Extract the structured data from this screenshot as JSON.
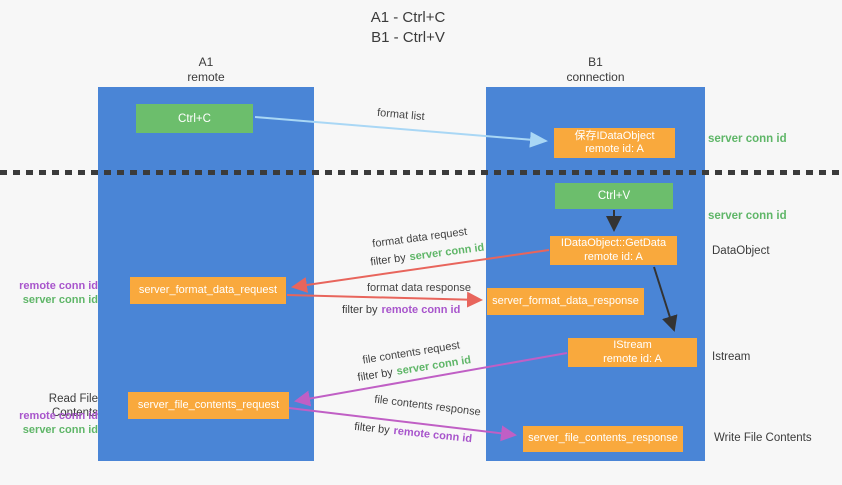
{
  "title": {
    "line1": "A1 - Ctrl+C",
    "line2": "B1 - Ctrl+V"
  },
  "columns": {
    "a": {
      "id": "A1",
      "subtitle": "remote"
    },
    "b": {
      "id": "B1",
      "subtitle": "connection"
    }
  },
  "nodes": {
    "ctrl_c": {
      "label": "Ctrl+C"
    },
    "ctrl_v": {
      "label": "Ctrl+V"
    },
    "save_idataobject": {
      "line1": "保存IDataObject",
      "line2": "remote id: A"
    },
    "getdata": {
      "line1": "IDataObject::GetData",
      "line2": "remote id: A"
    },
    "istream": {
      "line1": "IStream",
      "line2": "remote id: A"
    },
    "server_format_data_request": {
      "label": "server_format_data_request"
    },
    "server_format_data_response": {
      "label": "server_format_data_response"
    },
    "server_file_contents_request": {
      "label": "server_file_contents_request"
    },
    "server_file_contents_response": {
      "label": "server_file_contents_response"
    }
  },
  "arrows": {
    "format_list": {
      "label": "format list"
    },
    "format_data_request": {
      "label": "format data request",
      "filter_prefix": "filter by",
      "filter_value": "server conn id"
    },
    "format_data_response": {
      "label": "format data response",
      "filter_prefix": "filter by",
      "filter_value": "remote conn id"
    },
    "file_contents_request": {
      "label": "file contents request",
      "filter_prefix": "filter by",
      "filter_value": "server conn id"
    },
    "file_contents_response": {
      "label": "file contents response",
      "filter_prefix": "filter by",
      "filter_value": "remote conn id"
    }
  },
  "side_labels": {
    "server_conn_id_top": "server conn id",
    "server_conn_id_mid": "server conn id",
    "dataobject": "DataObject",
    "istream": "Istream",
    "write_file_contents": "Write File Contents",
    "read_file_contents": "Read File Contents",
    "left_mid_remote": "remote conn id",
    "left_mid_server": "server conn id",
    "left_bottom_remote": "remote conn id",
    "left_bottom_server": "server conn id"
  },
  "colors": {
    "column_blue": "#4A85D6",
    "box_green": "#6CBE6C",
    "box_orange": "#F9A93D",
    "arrow_light_blue": "#A9D7F5",
    "arrow_red": "#E8655C",
    "arrow_magenta": "#C05FC5",
    "arrow_black": "#333333",
    "text_green": "#5FB668",
    "text_purple": "#A855CC",
    "text_dark": "#3B3B3B",
    "background": "#F7F7F7"
  }
}
